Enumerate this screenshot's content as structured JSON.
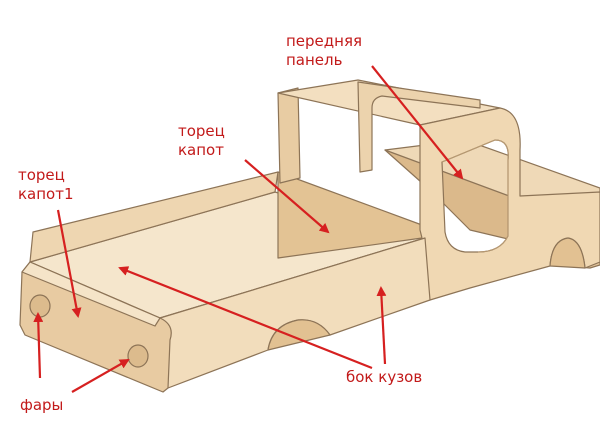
{
  "labels": {
    "front_panel": [
      "передняя",
      "панель"
    ],
    "hood_end": [
      "торец",
      "капот"
    ],
    "hood_end_1": [
      "торец",
      "капот1"
    ],
    "body_side": "бок кузов",
    "headlights": "фары"
  },
  "colors": {
    "label": "#c21a1a",
    "arrow": "#d62020",
    "wood_light": "#f1dcbd",
    "wood_mid": "#e7c9a0",
    "wood_dark": "#d4b083",
    "edge": "#8d7457"
  }
}
